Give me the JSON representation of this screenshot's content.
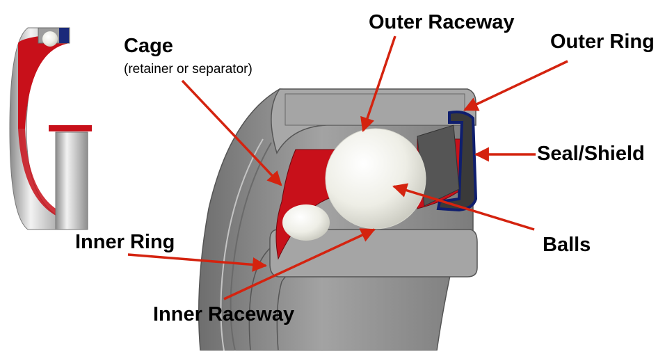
{
  "labels": {
    "cage": "Cage",
    "cage_note": "(retainer or separator)",
    "outer_raceway": "Outer Raceway",
    "outer_ring": "Outer Ring",
    "seal_shield": "Seal/Shield",
    "balls": "Balls",
    "inner_ring": "Inner Ring",
    "inner_raceway": "Inner Raceway"
  },
  "colors": {
    "arrow": "#d4230f",
    "steel": "#9b9b9b",
    "cage": "#c8101a",
    "seal": "#0f1e6e",
    "ball": "#f1f1ea"
  }
}
